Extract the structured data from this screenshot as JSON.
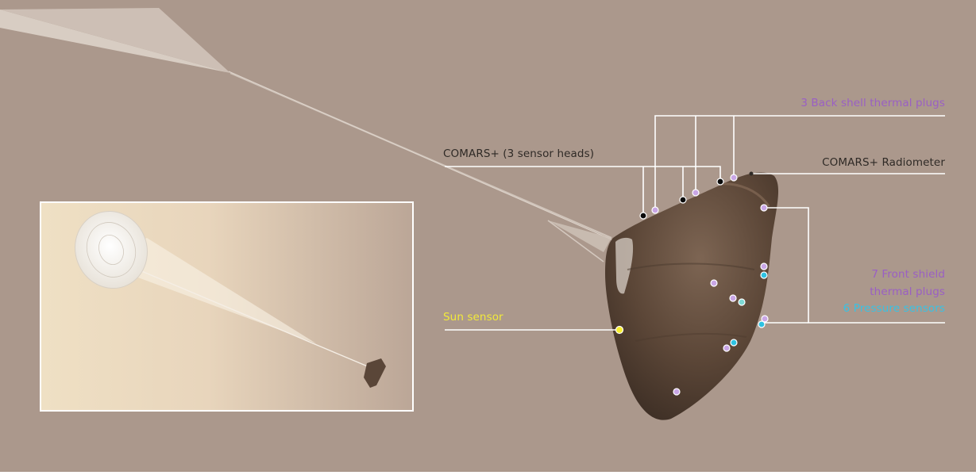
{
  "colors": {
    "background": "#ab988c",
    "line_white": "#ffffff",
    "label_dark": "#2f2a26",
    "label_purple": "#9a5fc4",
    "label_yellow": "#f2ea3a",
    "label_cyan": "#38c2e4",
    "marker_purple": "#c9a6e6",
    "marker_black": "#0a0a0a",
    "marker_cyan": "#2ec2e2",
    "marker_yellow": "#f7ee2e",
    "capsule": "#5e4a3c"
  },
  "labels": {
    "back_shell_plugs": "3 Back shell thermal plugs",
    "comars_sensor_heads": "COMARS+ (3 sensor heads)",
    "comars_radiometer": "COMARS+ Radiometer",
    "front_shield_plugs_line1": "7 Front shield",
    "front_shield_plugs_line2": "thermal plugs",
    "pressure_sensors": "6 Pressure sensors",
    "sun_sensor": "Sun sensor"
  }
}
